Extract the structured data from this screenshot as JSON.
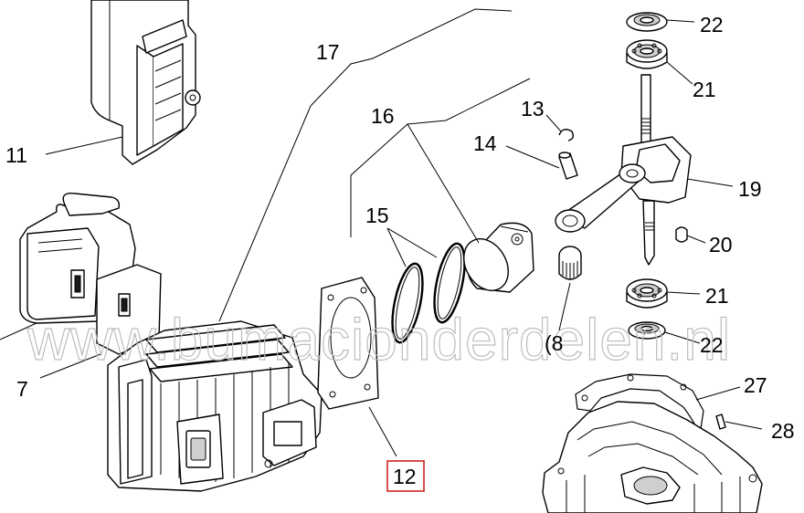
{
  "watermark": "www.bumacionderdelen.nl",
  "highlighted_part": "12",
  "callouts": {
    "p11": "11",
    "p7": "7",
    "p17": "17",
    "p16": "16",
    "p15": "15",
    "p13": "13",
    "p14": "14",
    "p12": "12",
    "p18": "(8",
    "p22a": "22",
    "p21a": "21",
    "p19": "19",
    "p20": "20",
    "p21b": "21",
    "p22b": "22",
    "p27": "27",
    "p28": "28"
  }
}
